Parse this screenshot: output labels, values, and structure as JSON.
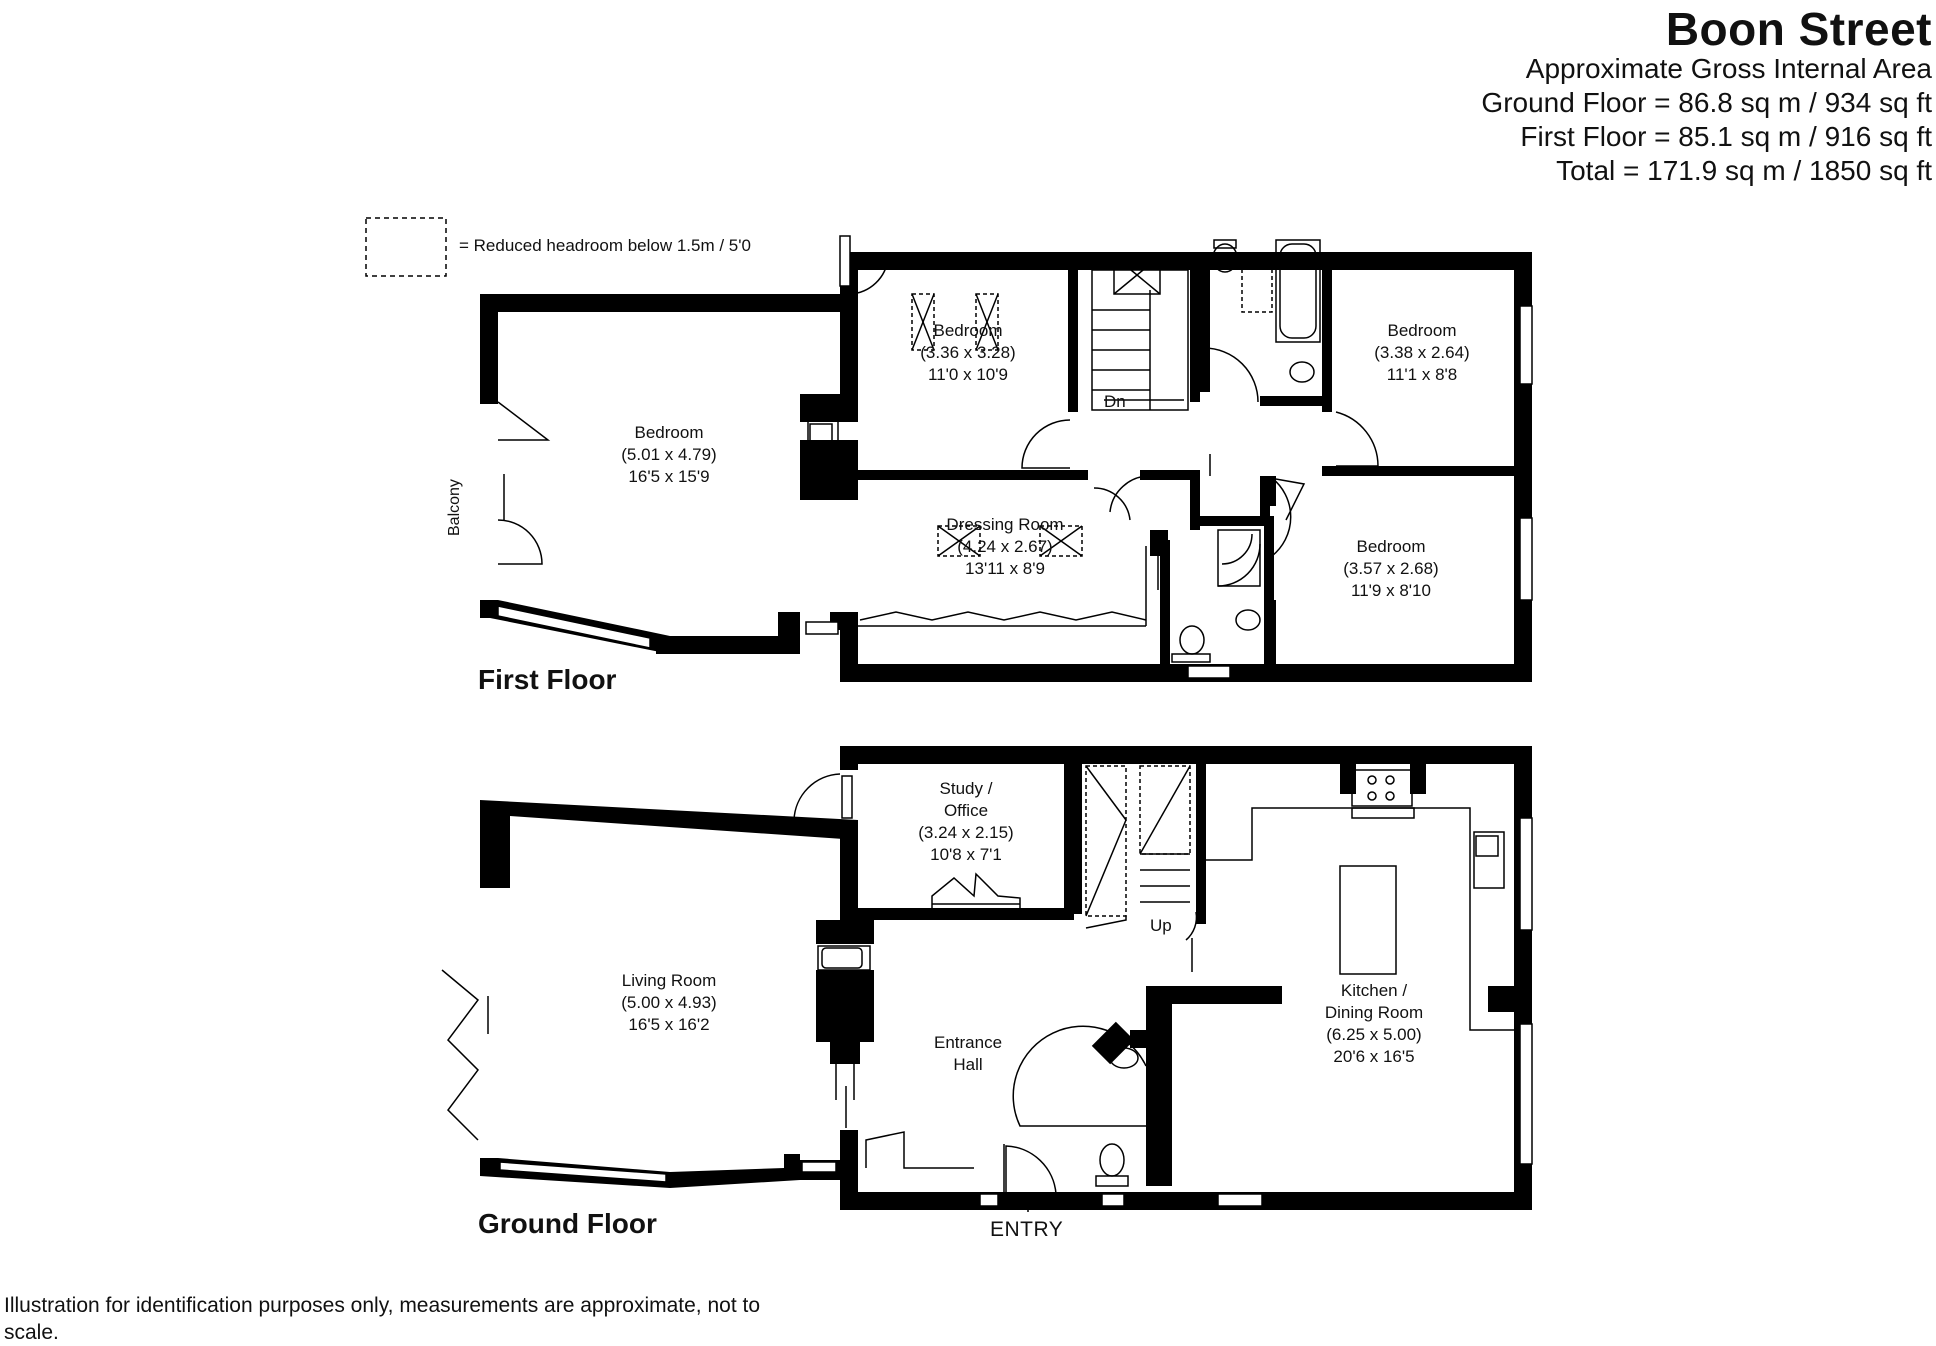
{
  "header": {
    "title": "Boon Street",
    "area_lines": [
      "Approximate Gross Internal Area",
      "Ground Floor = 86.8 sq m / 934 sq ft",
      "First Floor = 85.1 sq m / 916 sq ft",
      "Total = 171.9 sq m / 1850 sq ft"
    ]
  },
  "legend": {
    "text": "= Reduced headroom below 1.5m / 5'0"
  },
  "first_floor": {
    "label": "First Floor",
    "balcony": "Balcony",
    "stairs_label": "Dn",
    "rooms": [
      {
        "name": "Bedroom",
        "metric": "(5.01 x 4.79)",
        "imperial": "16'5 x 15'9"
      },
      {
        "name": "Bedroom",
        "metric": "(3.36 x 3.28)",
        "imperial": "11'0 x 10'9"
      },
      {
        "name": "Bedroom",
        "metric": "(3.38 x 2.64)",
        "imperial": "11'1 x 8'8"
      },
      {
        "name": "Dressing Room",
        "metric": "(4.24 x 2.67)",
        "imperial": "13'11 x 8'9"
      },
      {
        "name": "Bedroom",
        "metric": "(3.57 x 2.68)",
        "imperial": "11'9 x 8'10"
      }
    ]
  },
  "ground_floor": {
    "label": "Ground Floor",
    "stairs_label": "Up",
    "entry": "ENTRY",
    "rooms": [
      {
        "name": "Study /",
        "name2": "Office",
        "metric": "(3.24 x 2.15)",
        "imperial": "10'8 x 7'1"
      },
      {
        "name": "Living Room",
        "metric": "(5.00 x 4.93)",
        "imperial": "16'5 x 16'2"
      },
      {
        "name": "Entrance",
        "name2": "Hall"
      },
      {
        "name": "Kitchen /",
        "name2": "Dining Room",
        "metric": "(6.25 x 5.00)",
        "imperial": "20'6 x 16'5"
      }
    ]
  },
  "disclaimer": "Illustration for identification purposes only, measurements are approximate, not to scale."
}
